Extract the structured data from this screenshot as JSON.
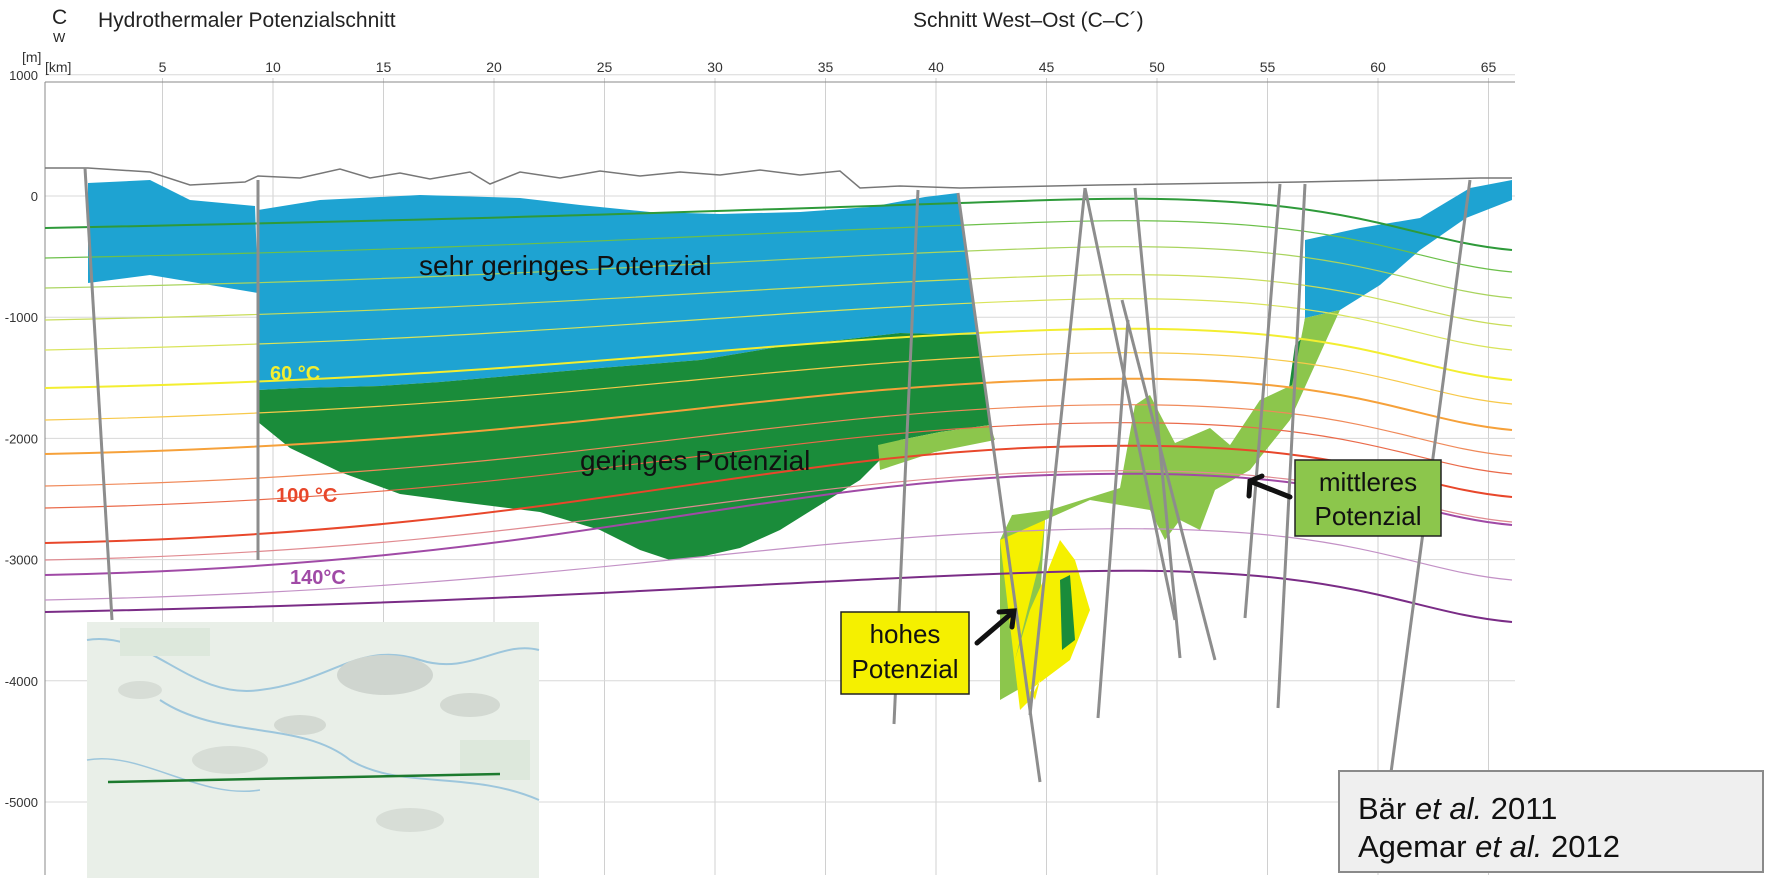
{
  "header": {
    "section_letter": "C",
    "direction_west": "W",
    "title": "Hydrothermaler Potenzialschnitt",
    "section_name": "Schnitt West–Ost (C–C´)"
  },
  "axes": {
    "y_unit": "[m]",
    "x_unit": "[km]",
    "x_ticks": [
      "5",
      "10",
      "15",
      "20",
      "25",
      "30",
      "35",
      "40",
      "45",
      "50",
      "55",
      "60",
      "65"
    ],
    "y_ticks": [
      "1000",
      "0",
      "-1000",
      "-2000",
      "-3000",
      "-4000",
      "-5000"
    ]
  },
  "labels": {
    "very_low": "sehr geringes Potenzial",
    "low": "geringes Potenzial",
    "medium_line1": "mittleres",
    "medium_line2": "Potenzial",
    "high_line1": "hohes",
    "high_line2": "Potenzial",
    "iso60": "60 °C",
    "iso100": "100 °C",
    "iso140": "140°C"
  },
  "citation": {
    "line1_author": "Bär",
    "line1_etal": "et al.",
    "line1_year": "2011",
    "line2_author": "Agemar",
    "line2_etal": "et al.",
    "line2_year": "2012"
  },
  "colors": {
    "very_low": "#1ea3d2",
    "low": "#1a8c3a",
    "medium": "#8cc64c",
    "high": "#f5f000",
    "iso60": "#f3ee30",
    "iso100": "#e8472b",
    "iso140": "#a04aa6"
  }
}
